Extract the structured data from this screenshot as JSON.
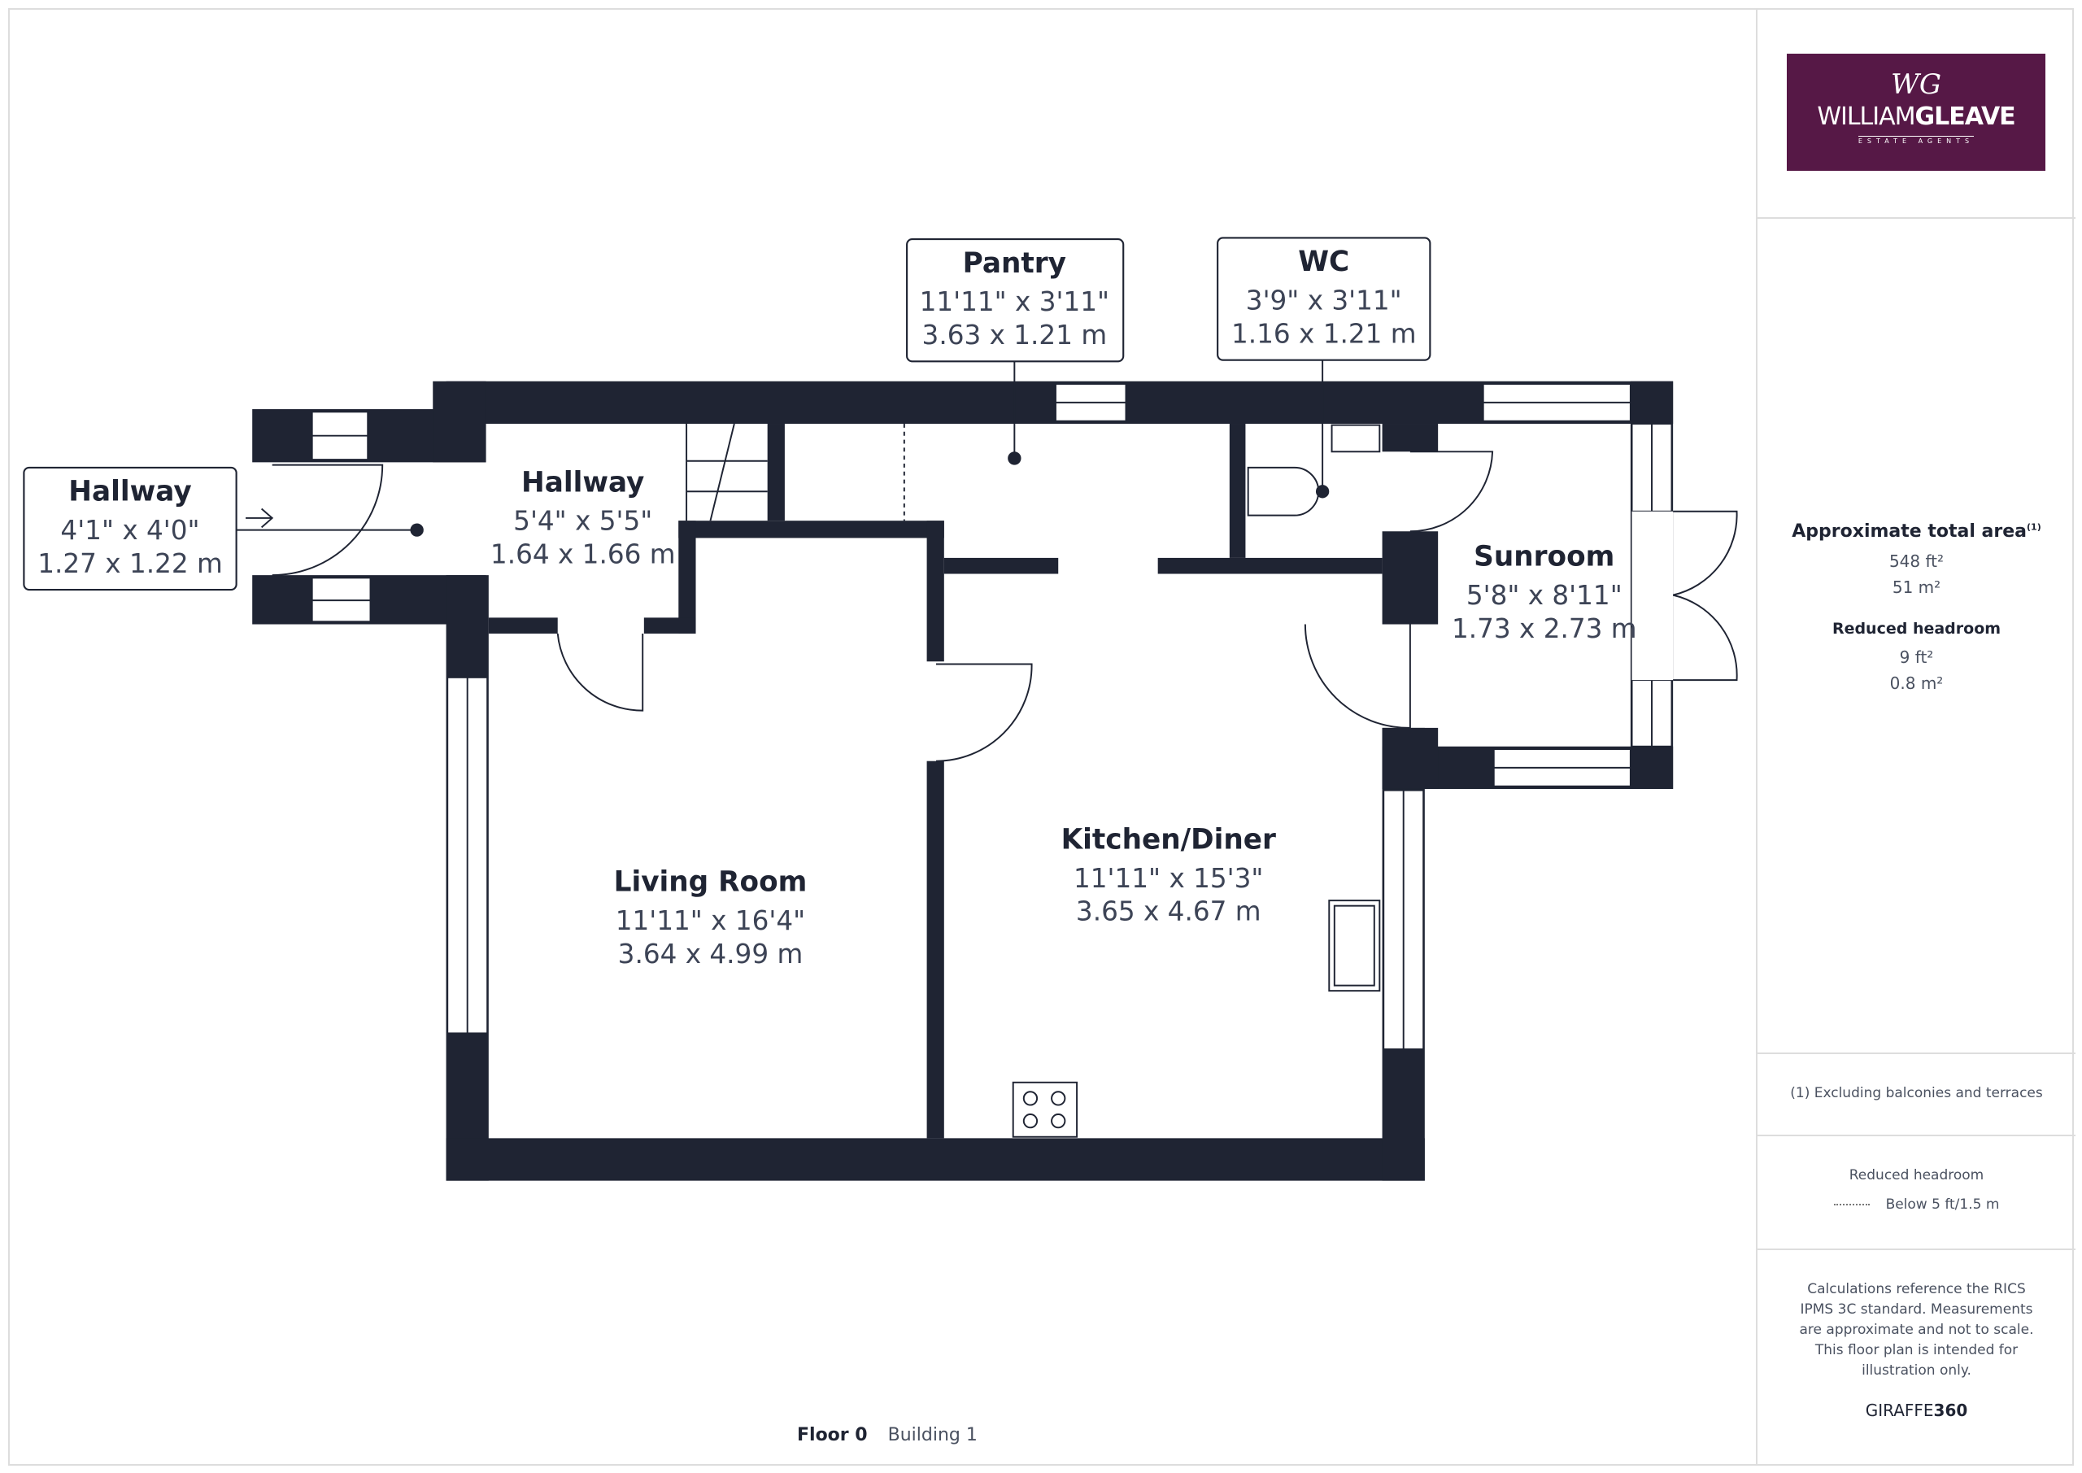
{
  "rooms": {
    "hallway_entry": {
      "name": "Hallway",
      "imperial": "4'1\" x 4'0\"",
      "metric": "1.27 x 1.22 m"
    },
    "hallway": {
      "name": "Hallway",
      "imperial": "5'4\" x 5'5\"",
      "metric": "1.64 x 1.66 m"
    },
    "pantry": {
      "name": "Pantry",
      "imperial": "11'11\" x 3'11\"",
      "metric": "3.63 x 1.21 m"
    },
    "wc": {
      "name": "WC",
      "imperial": "3'9\" x 3'11\"",
      "metric": "1.16 x 1.21 m"
    },
    "sunroom": {
      "name": "Sunroom",
      "imperial": "5'8\" x 8'11\"",
      "metric": "1.73 x 2.73 m"
    },
    "living": {
      "name": "Living Room",
      "imperial": "11'11\" x 16'4\"",
      "metric": "3.64 x 4.99 m"
    },
    "kitchen": {
      "name": "Kitchen/Diner",
      "imperial": "11'11\" x 15'3\"",
      "metric": "3.65 x 4.67 m"
    }
  },
  "footer": {
    "floor": "Floor 0",
    "building": "Building 1"
  },
  "logo": {
    "monogram": "WG",
    "name_light": "WILLIAM",
    "name_bold": "GLEAVE",
    "tagline": "ESTATE AGENTS",
    "bg_color": "#561846"
  },
  "panel": {
    "total_title": "Approximate total area",
    "total_sup": "(1)",
    "total_ft": "548 ft²",
    "total_m": "51 m²",
    "reduced_title": "Reduced headroom",
    "reduced_ft": "9 ft²",
    "reduced_m": "0.8 m²",
    "footnote": "(1) Excluding balconies and terraces",
    "legend_title": "Reduced headroom",
    "legend_item": "Below 5 ft/1.5 m",
    "disclaimer": "Calculations reference the RICS IPMS 3C standard. Measurements are approximate and not to scale. This floor plan is intended for illustration only.",
    "brand_light": "GIRAFFE",
    "brand_bold": "360"
  }
}
